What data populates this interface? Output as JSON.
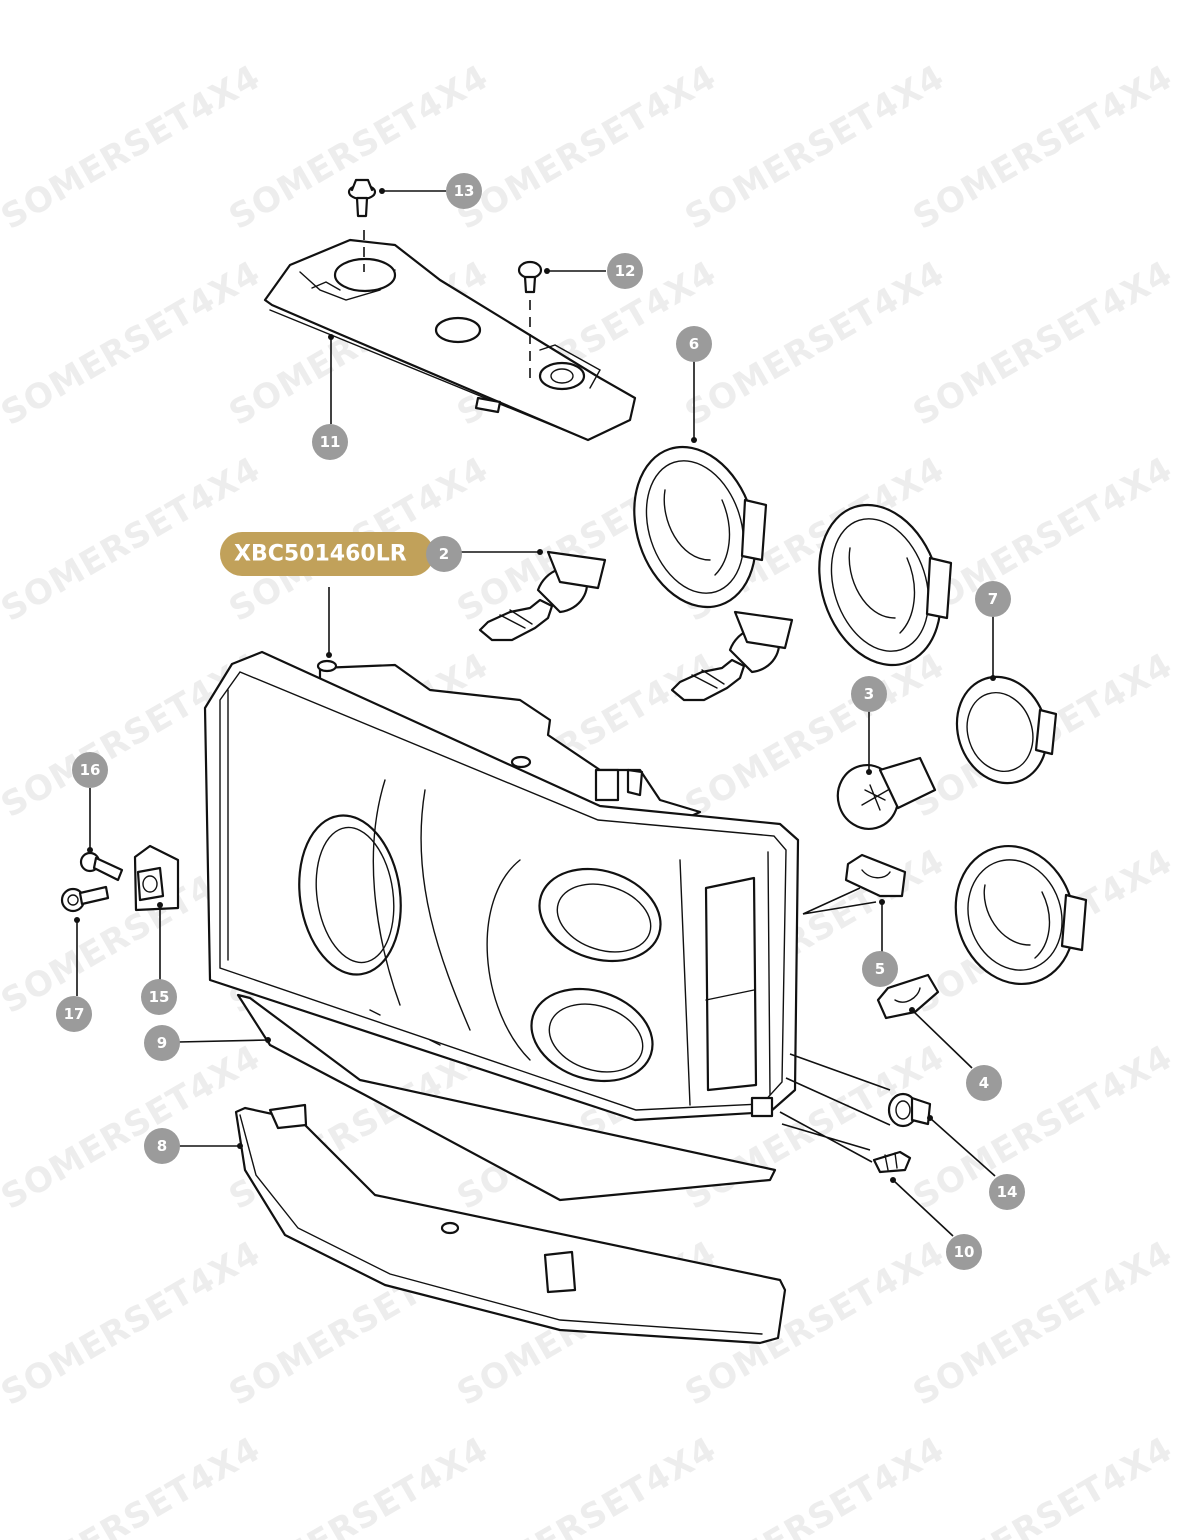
{
  "watermark": {
    "text": "SOMERSET4X4",
    "color": "#ededed"
  },
  "highlight": {
    "label": "XBC501460LR",
    "callout": "2",
    "color": "#c1a15a"
  },
  "callout_color": "#9b9b9b",
  "callouts": [
    {
      "id": "c2",
      "label": "2"
    },
    {
      "id": "c3",
      "label": "3"
    },
    {
      "id": "c4",
      "label": "4"
    },
    {
      "id": "c5",
      "label": "5"
    },
    {
      "id": "c6",
      "label": "6"
    },
    {
      "id": "c7",
      "label": "7"
    },
    {
      "id": "c8",
      "label": "8"
    },
    {
      "id": "c9",
      "label": "9"
    },
    {
      "id": "c10",
      "label": "10"
    },
    {
      "id": "c11",
      "label": "11"
    },
    {
      "id": "c12",
      "label": "12"
    },
    {
      "id": "c13",
      "label": "13"
    },
    {
      "id": "c14",
      "label": "14"
    },
    {
      "id": "c15",
      "label": "15"
    },
    {
      "id": "c16",
      "label": "16"
    },
    {
      "id": "c17",
      "label": "17"
    }
  ]
}
